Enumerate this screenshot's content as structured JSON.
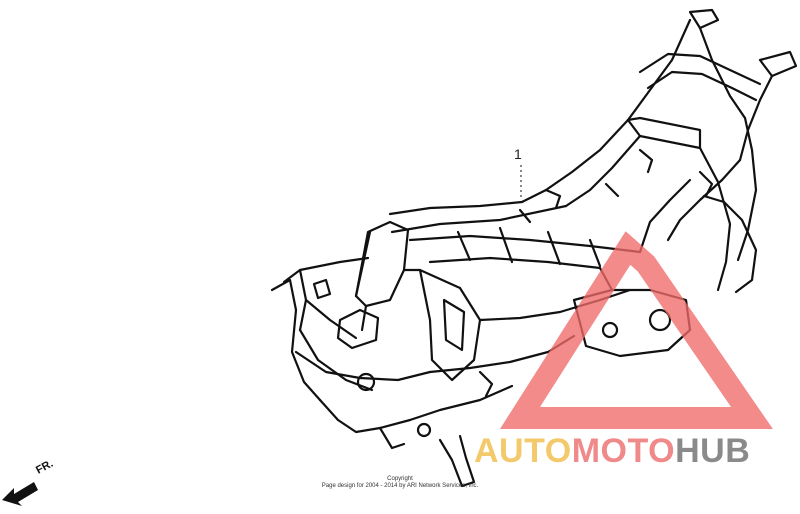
{
  "diagram": {
    "part_callout": "1",
    "copyright_line1": "Copyright",
    "copyright_line2": "Page design for 2004 - 2014 by ARI Network Services, Inc.",
    "direction_label": "FR."
  },
  "watermark": {
    "brand_part1": "AUTO",
    "brand_part2": "MOTO",
    "brand_part3": "HUB",
    "colors": {
      "auto": "#f4c96b",
      "moto": "#f08a8a",
      "hub": "#8a8a8a",
      "triangle": "#f06a6a"
    }
  },
  "icons": [
    "motorcycle-frame-drawing",
    "front-direction-arrow-icon",
    "warning-triangle-logo"
  ]
}
